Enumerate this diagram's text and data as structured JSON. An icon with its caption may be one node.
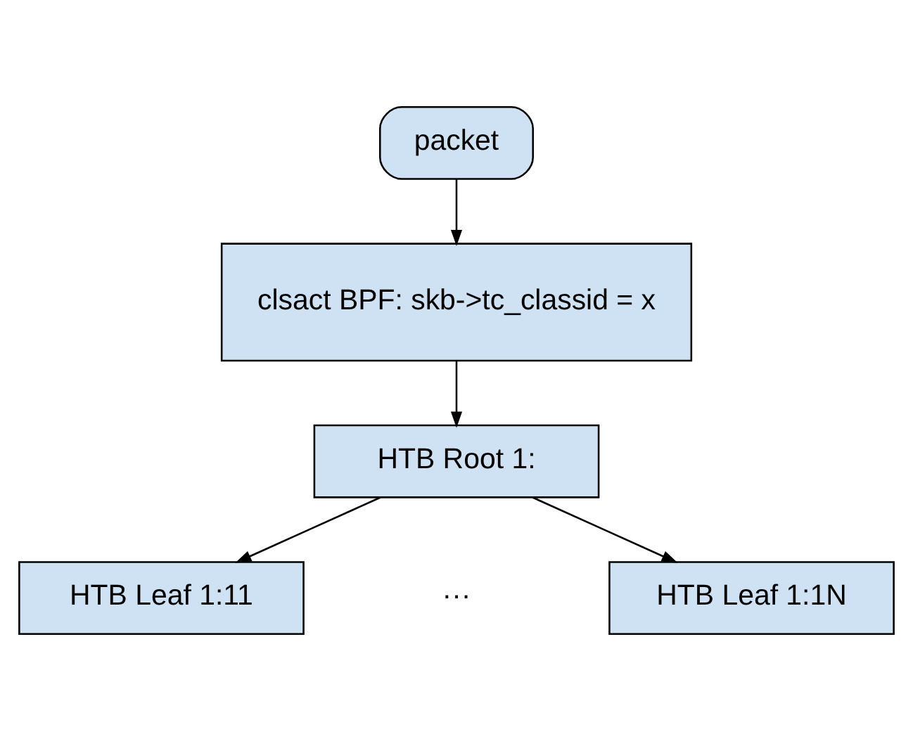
{
  "diagram": {
    "nodes": [
      {
        "text": [
          "packet"
        ]
      },
      {
        "text": [
          "clsact BPF: skb->tc_classid = x"
        ]
      },
      {
        "text": [
          "HTB Root 1:"
        ]
      },
      {
        "text": [
          "HTB Leaf 1:11"
        ]
      },
      {
        "text": [
          "HTB Leaf 1:1N"
        ]
      }
    ],
    "edges": [
      {
        "from": 0,
        "to": 1,
        "arrow": "to"
      },
      {
        "from": 1,
        "to": 2,
        "arrow": "to"
      },
      {
        "from": 2,
        "to": 3,
        "arrow": "to"
      },
      {
        "from": 2,
        "to": 4,
        "arrow": "to"
      }
    ],
    "labels": [
      "···"
    ]
  }
}
